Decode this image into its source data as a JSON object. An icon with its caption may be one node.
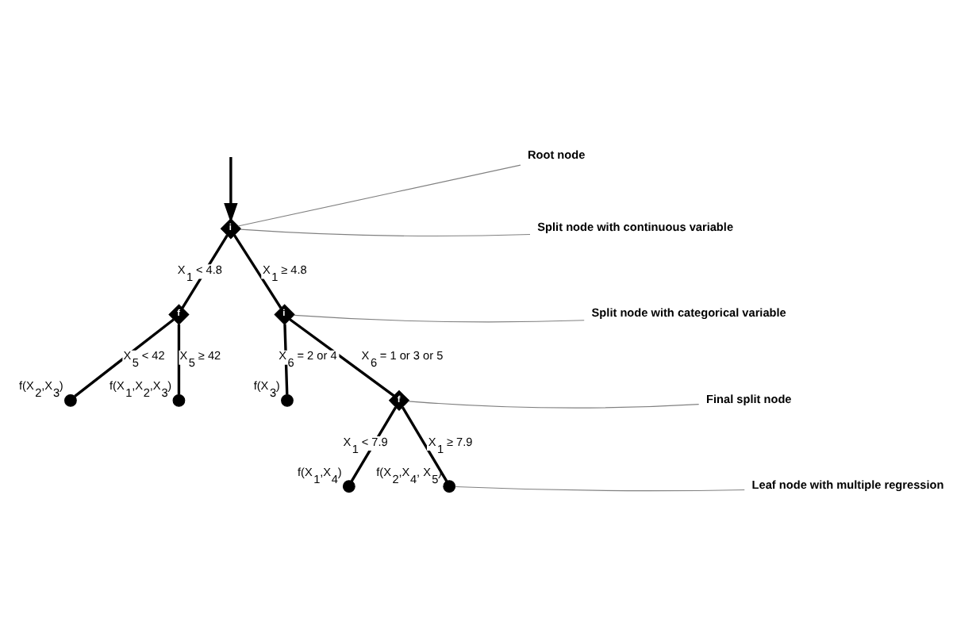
{
  "diagram": {
    "nodes": [
      {
        "text": [
          "i"
        ]
      },
      {
        "text": [
          "f"
        ]
      },
      {
        "text": [
          "i"
        ]
      },
      {
        "text": [
          "f"
        ]
      },
      {
        "text": [],
        "shape": "circle",
        "beside": [
          "f(X$_{2}$,X$_{3}$)"
        ]
      },
      {
        "text": [],
        "shape": "circle",
        "beside": [
          "f(X$_{1}$,X$_{2}$,X$_{3}$)"
        ]
      },
      {
        "text": [],
        "shape": "circle",
        "beside": [
          "f(X$_{3}$)"
        ]
      },
      {
        "text": [],
        "shape": "circle",
        "beside": [
          "f(X$_{1}$,X$_{4}$)"
        ]
      },
      {
        "text": [],
        "shape": "circle",
        "beside": [
          "f(X$_{2}$,X$_{4}$, X$_{5}$)"
        ]
      },
      {
        "text": [
          "Root node"
        ]
      },
      {
        "text": [
          "Split node with continuous variable"
        ]
      },
      {
        "text": [
          "Split node with categorical variable"
        ]
      },
      {
        "text": [
          "Final split node"
        ]
      },
      {
        "text": [
          "Leaf node with multiple regression"
        ]
      }
    ],
    "edges": [
      {
        "from": null,
        "to": 0,
        "arrow": "to"
      },
      {
        "from": 0,
        "to": 1,
        "arrow": "none",
        "label": "X$_{1}$ < 4.8"
      },
      {
        "from": 0,
        "to": 2,
        "arrow": "none",
        "label": "X$_{1}$ ≥ 4.8"
      },
      {
        "from": 1,
        "to": 4,
        "arrow": "none",
        "label": "X$_{5}$ < 42"
      },
      {
        "from": 1,
        "to": 5,
        "arrow": "none",
        "label": "X$_{5}$ ≥ 42"
      },
      {
        "from": 2,
        "to": 6,
        "arrow": "none",
        "label": "X$_{6}$ = 2 or 4"
      },
      {
        "from": 2,
        "to": 3,
        "arrow": "none",
        "label": "X$_{6}$ = 1 or 3 or 5"
      },
      {
        "from": 3,
        "to": 7,
        "arrow": "none",
        "label": "X$_{1}$ < 7.9"
      },
      {
        "from": 3,
        "to": 8,
        "arrow": "none",
        "label": "X$_{1}$ ≥ 7.9"
      },
      {
        "from": 9,
        "to": 0,
        "arrow": "none",
        "color": "#808080"
      },
      {
        "from": 10,
        "to": 0,
        "arrow": "none",
        "color": "#808080"
      },
      {
        "from": 11,
        "to": 2,
        "arrow": "none",
        "color": "#808080"
      },
      {
        "from": 12,
        "to": 3,
        "arrow": "none",
        "color": "#808080"
      },
      {
        "from": 13,
        "to": 8,
        "arrow": "none",
        "color": "#808080"
      }
    ]
  }
}
